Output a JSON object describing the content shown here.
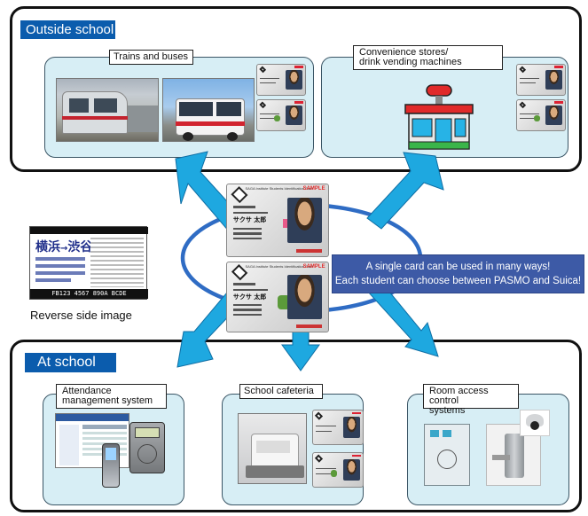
{
  "sections": {
    "outside": {
      "title": "Outside school"
    },
    "inside": {
      "title": "At school"
    }
  },
  "labels": {
    "trains": "Trains and buses",
    "stores_line1": "Convenience stores/",
    "stores_line2": "drink vending machines",
    "attendance_line1": "Attendance",
    "attendance_line2": "management system",
    "cafeteria": "School cafeteria",
    "room_line1": "Room access control",
    "room_line2": "systems",
    "reverse": "Reverse side image"
  },
  "message": {
    "line1": "A single card can be used in many ways!",
    "line2": "Each student can choose between PASMO and Suica!"
  },
  "ticket": {
    "from": "横浜",
    "to": "渋谷",
    "serial": "FB123 4567 890A BCDE"
  },
  "card": {
    "header": "SAGA Institute Students Identification Card",
    "name": "サクサ 太郎",
    "stamp_text": "SAMPLE"
  },
  "colors": {
    "tag_blue": "#0b5cad",
    "panel_fill": "#d7eef5",
    "arrow_blue": "#1ea8e0",
    "ellipse_blue": "#2f6cc4",
    "message_fill": "#3d5aa6"
  }
}
